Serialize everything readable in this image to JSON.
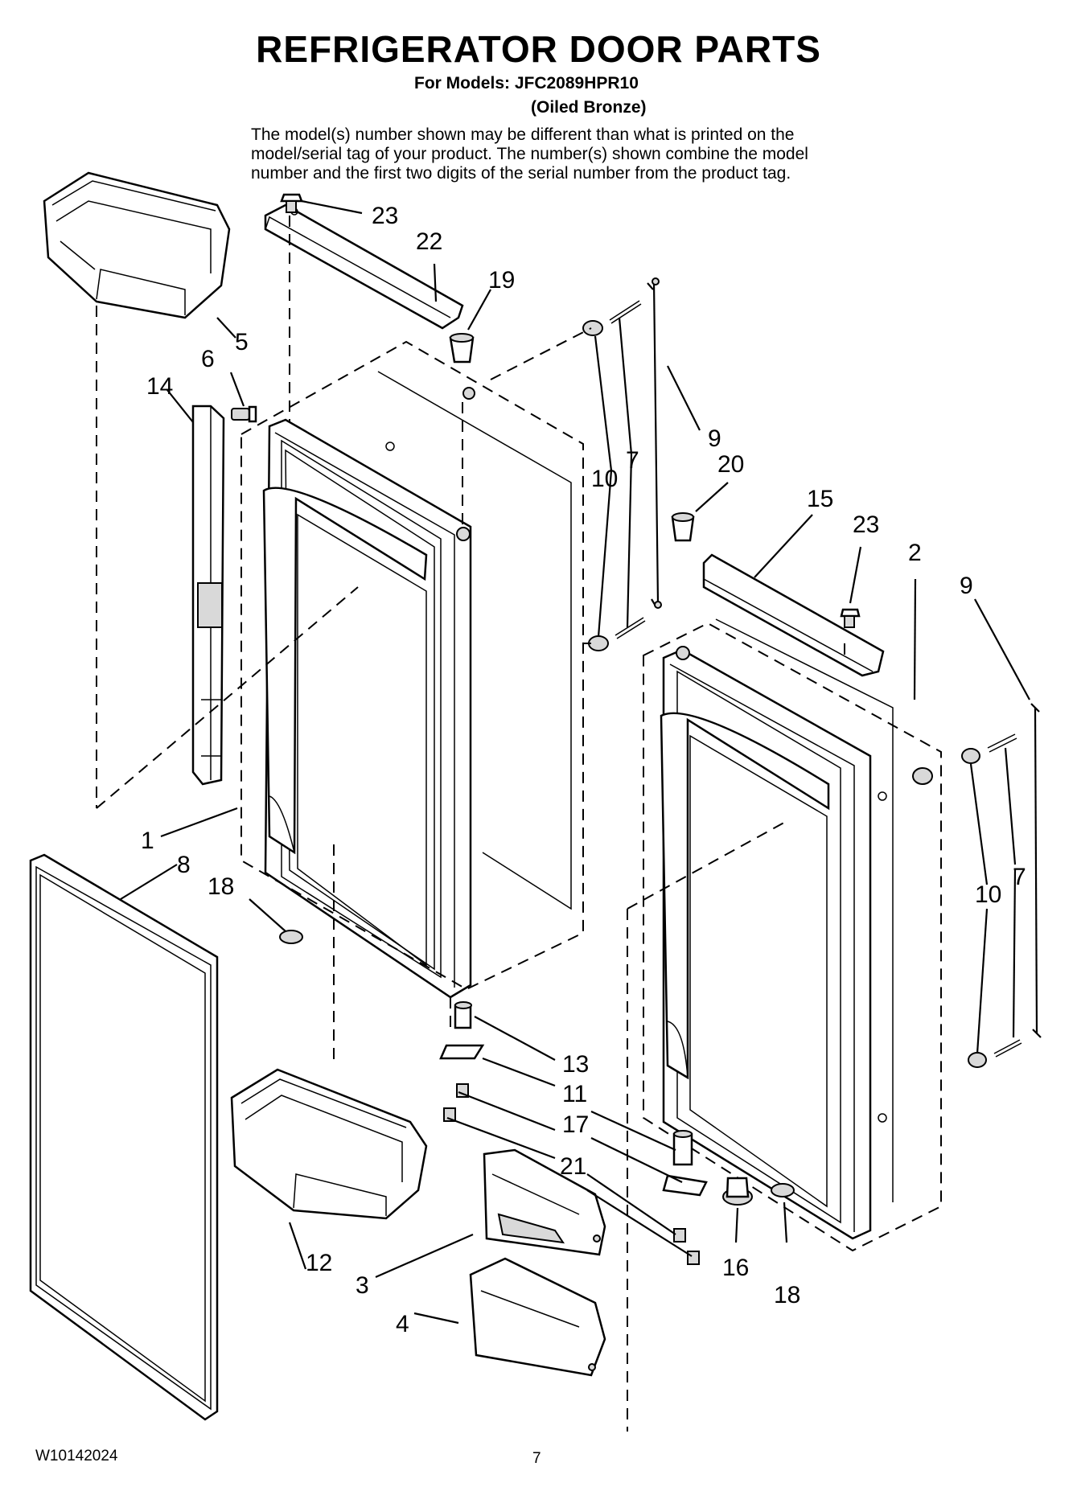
{
  "header": {
    "title": "REFRIGERATOR DOOR PARTS",
    "models": "For Models: JFC2089HPR10",
    "finish": "(Oiled Bronze)",
    "disclaimer": [
      "The model(s) number shown may be different than what is printed on the",
      "model/serial tag of your product. The number(s) shown combine the model",
      "number and the first two digits of the serial number from the product tag."
    ]
  },
  "callouts": {
    "c23a": "23",
    "c22": "22",
    "c19": "19",
    "c5": "5",
    "c6": "6",
    "c14": "14",
    "c9a": "9",
    "c10a": "10",
    "c7a": "7",
    "c20": "20",
    "c15": "15",
    "c23b": "23",
    "c2": "2",
    "c9b": "9",
    "c10b": "10",
    "c7b": "7",
    "c1": "1",
    "c8": "8",
    "c18a": "18",
    "c13": "13",
    "c11": "11",
    "c17": "17",
    "c21": "21",
    "c16": "16",
    "c18b": "18",
    "c12": "12",
    "c3": "3",
    "c4": "4"
  },
  "footer": {
    "doc_number": "W10142024",
    "page_number": "7"
  }
}
